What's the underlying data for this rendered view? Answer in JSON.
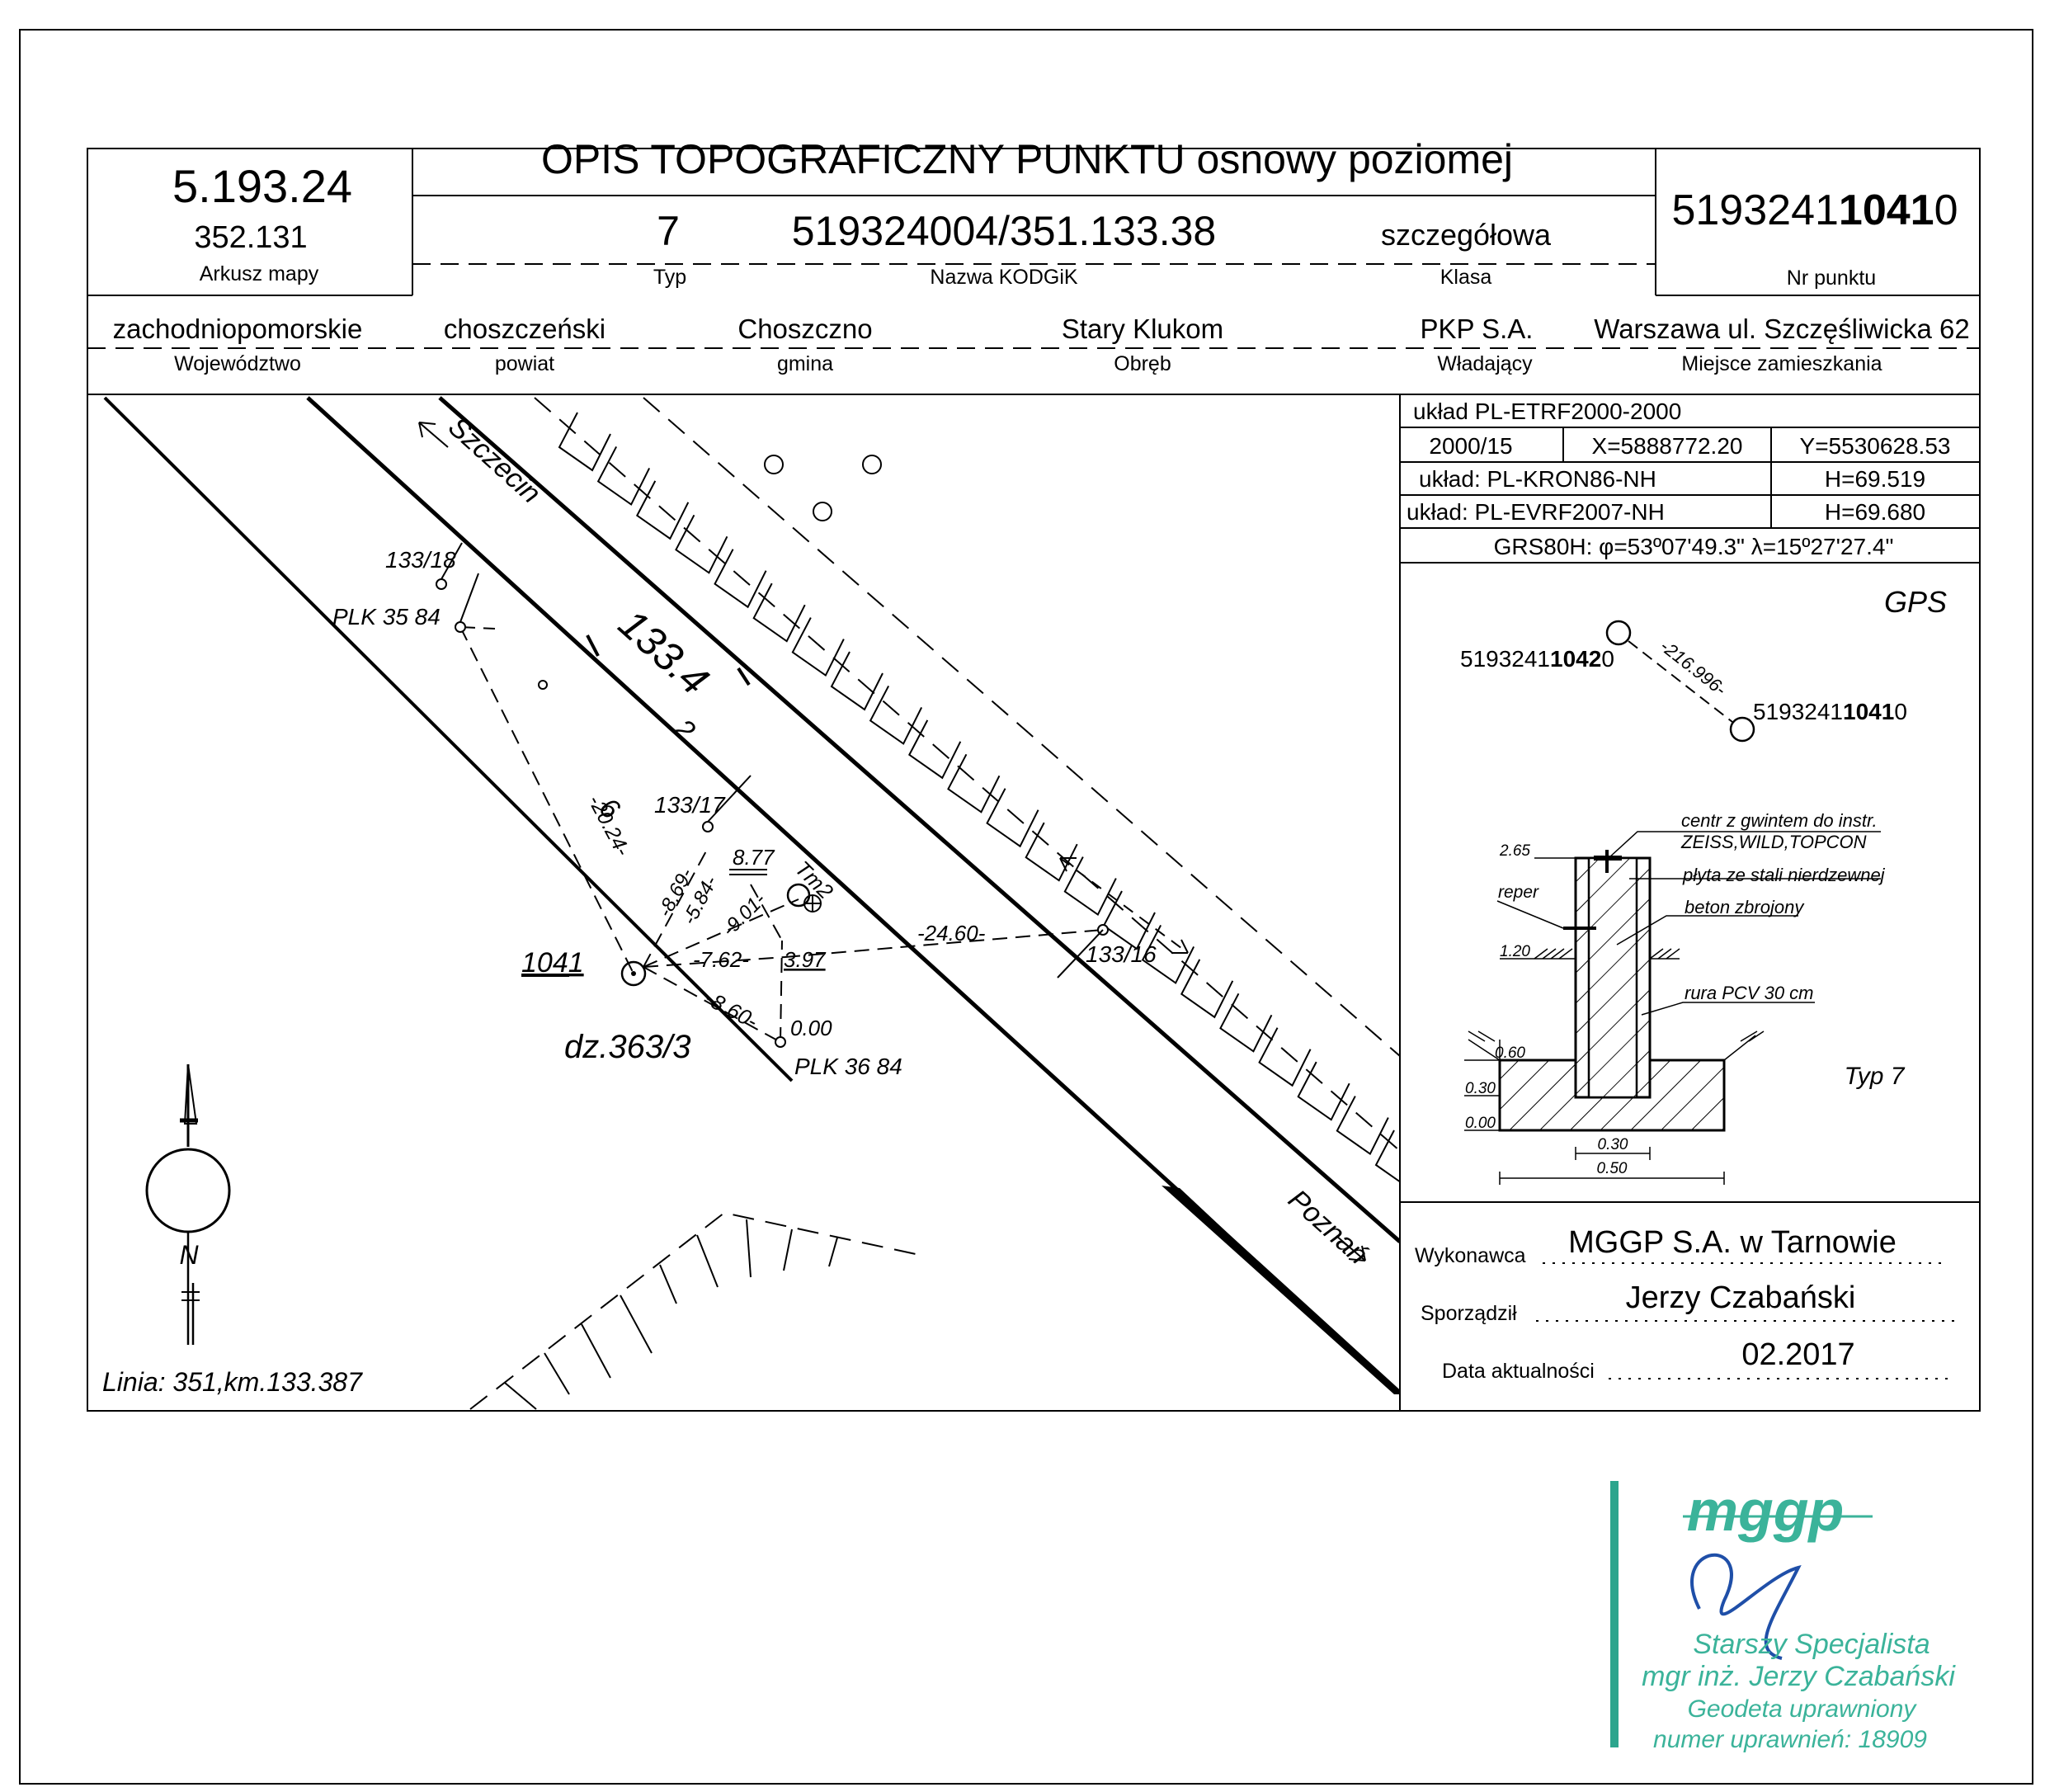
{
  "header": {
    "title": "OPIS TOPOGRAFICZNY PUNKTU osnowy poziomej",
    "sheet_number": "5.193.24",
    "sheet_sub": "352.131",
    "sheet_label": "Arkusz mapy",
    "type_value": "7",
    "type_label": "Typ",
    "kodgik_value": "519324004/351.133.38",
    "kodgik_label": "Nazwa KODGiK",
    "class_value": "szczegółowa",
    "class_label": "Klasa",
    "point_prefix": "5193241",
    "point_bold": "1041",
    "point_suffix": "0",
    "point_label": "Nr punktu"
  },
  "admin": {
    "voivodeship": "zachodniopomorskie",
    "voivodeship_label": "Województwo",
    "county": "choszczeński",
    "county_label": "powiat",
    "commune": "Choszczno",
    "commune_label": "gmina",
    "precinct": "Stary Klukom",
    "precinct_label": "Obręb",
    "owner": "PKP S.A.",
    "owner_label": "Władający",
    "residence": "Warszawa ul. Szczęśliwicka 62",
    "residence_label": "Miejsce zamieszkania"
  },
  "coords": {
    "system1": "układ PL-ETRF2000-2000",
    "zone": "2000/15",
    "x": "X=5888772.20",
    "y": "Y=5530628.53",
    "system2": "układ: PL-KRON86-NH",
    "h1": "H=69.519",
    "system3": "układ: PL-EVRF2007-NH",
    "h2": "H=69.680",
    "grs": "GRS80H: φ=53º07'49.3\" λ=15º27'27.4\""
  },
  "gps": {
    "label": "GPS",
    "p1_prefix": "5193241",
    "p1_bold": "1042",
    "p1_suffix": "0",
    "p2_prefix": "5193241",
    "p2_bold": "1041",
    "p2_suffix": "0",
    "distance": "-216.996-"
  },
  "construction": {
    "note1a": "centr z gwintem do instr.",
    "note1b": "ZEISS,WILD,TOPCON",
    "note2": "płyta ze stali nierdzewnej",
    "note3": "beton zbrojony",
    "note4": "rura PCV 30 cm",
    "reper": "reper",
    "h265": "2.65",
    "h120": "1.20",
    "h060": "0.60",
    "h030": "0.30",
    "h000": "0.00",
    "w030": "0.30",
    "w050": "0.50",
    "type": "Typ 7"
  },
  "footer": {
    "contractor_label": "Wykonawca",
    "contractor": "MGGP S.A.  w Tarnowie",
    "author_label": "Sporządził",
    "author": "Jerzy Czabański",
    "date_label": "Data aktualności",
    "date": "02.2017"
  },
  "sketch": {
    "szczecin": "Szczecin",
    "poznan": "Poznań",
    "km": "133.4",
    "n1": "1",
    "n2": "2",
    "n6": "6",
    "p133_18": "133/18",
    "plk35": "PLK 35 84",
    "p133_17": "133/17",
    "p133_16": "133/16",
    "plk36": "PLK 36 84",
    "point": "1041",
    "parcel": "dz.363/3",
    "tm": "Tm2",
    "d2024": "-20.24-",
    "d869": "-8.69-",
    "d584": "-5.84-",
    "d901": "-9.01-",
    "d762": "-7.62-",
    "d397": "3.97",
    "d860": "-8.60-",
    "d000": "0.00",
    "d877": "8.77",
    "d2460": "-24.60-",
    "north": "N",
    "line": "Linia: 351,km.133.387"
  },
  "stamp": {
    "logo": "mggp",
    "line1": "Starszy Specjalista",
    "line2": "mgr inż. Jerzy Czabański",
    "line3": "Geodeta uprawniony",
    "line4": "numer uprawnień: 18909"
  }
}
